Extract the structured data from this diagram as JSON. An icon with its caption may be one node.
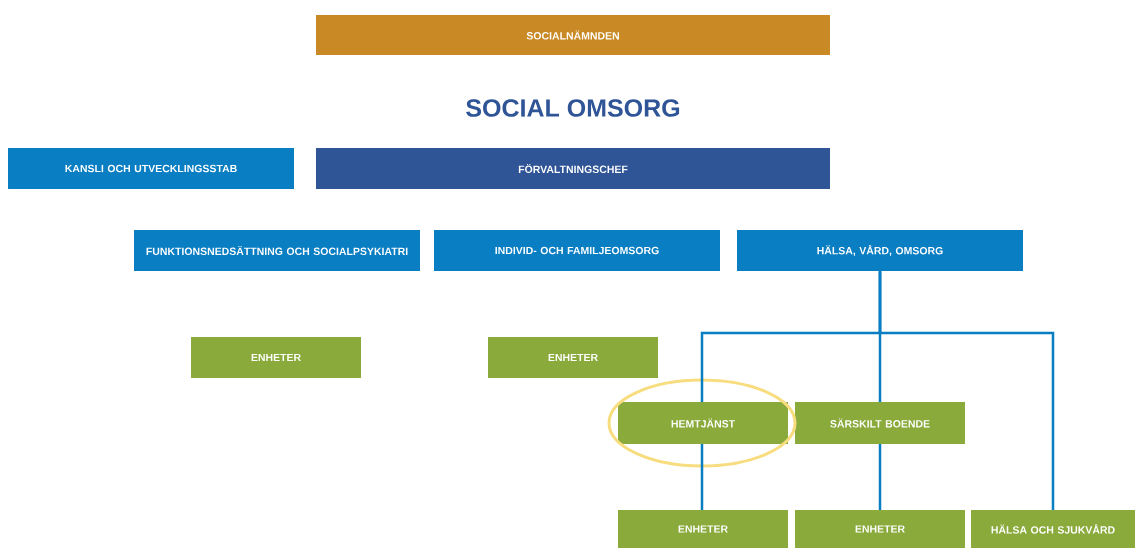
{
  "diagram": {
    "title": "SOCIAL OMSORG",
    "nodes": [
      {
        "text": [
          "SOCIALNÄMNDEN"
        ]
      },
      {
        "text": [
          "KANSLI OCH UTVECKLINGSSTAB"
        ]
      },
      {
        "text": [
          "FÖRVALTNINGSCHEF"
        ]
      },
      {
        "text": [
          "FUNKTIONSNEDSÄTTNING OCH SOCIALPSYKIATRI"
        ]
      },
      {
        "text": [
          "INDIVID- OCH FAMILJEOMSORG"
        ]
      },
      {
        "text": [
          "HÄLSA, VÅRD, OMSORG"
        ]
      },
      {
        "text": [
          "ENHETER"
        ]
      },
      {
        "text": [
          "ENHETER"
        ]
      },
      {
        "text": [
          "HEMTJÄNST"
        ]
      },
      {
        "text": [
          "SÄRSKILT BOENDE"
        ]
      },
      {
        "text": [
          "ENHETER"
        ]
      },
      {
        "text": [
          "ENHETER"
        ]
      },
      {
        "text": [
          "HÄLSA OCH SJUKVÅRD"
        ]
      }
    ],
    "edges": [
      {
        "from": 5,
        "to": 8,
        "arrow": "none"
      },
      {
        "from": 5,
        "to": 9,
        "arrow": "none"
      },
      {
        "from": 5,
        "to": 12,
        "arrow": "none"
      },
      {
        "from": 8,
        "to": 10,
        "arrow": "none"
      },
      {
        "from": 9,
        "to": 11,
        "arrow": "none"
      }
    ]
  }
}
